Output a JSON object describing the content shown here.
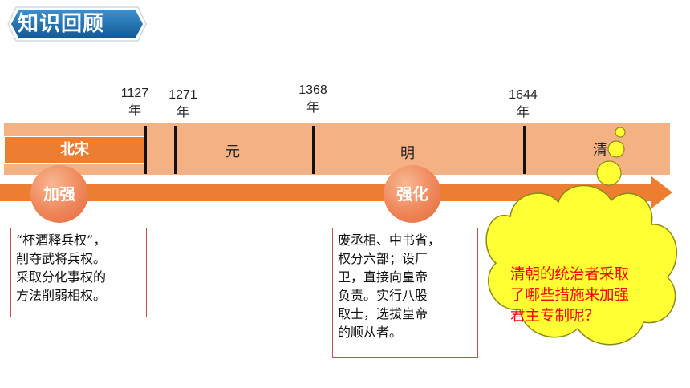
{
  "title": "知识回顾",
  "years": [
    "1127年",
    "1271年",
    "1368年",
    "1644年"
  ],
  "year_parts": {
    "y1127_num": "1127",
    "y1127_unit": "年",
    "y1271_num": "1271",
    "y1271_unit": "年",
    "y1368_num": "1368",
    "y1368_unit": "年",
    "y1644_num": "1644",
    "y1644_unit": "年"
  },
  "dynasties": {
    "beisong": "北宋",
    "yuan": "元",
    "ming": "明",
    "qing": "清"
  },
  "badges": {
    "song": "加强",
    "ming": "强化"
  },
  "song_box": {
    "lines": [
      "“杯酒释兵权”，",
      "削夺武将兵权。",
      "采取分化事权的",
      "方法削弱相权。"
    ]
  },
  "ming_box": {
    "lines": [
      "废丞相、中书省，",
      "权分六部；设厂",
      "卫，直接向皇帝",
      "负责。实行八股",
      "取士，选拔皇帝",
      "的顺从者。"
    ]
  },
  "cloud_question": {
    "lines": [
      "清朝的统治者采取",
      "了哪些措施来加强",
      "君主专制呢？"
    ]
  },
  "colors": {
    "title_bg": "#1a6aa8",
    "band": "#f4b183",
    "accent": "#ed7d31",
    "box_border": "#c0504d",
    "cloud_fill": "#ffff33",
    "cloud_stroke": "#8a8a1a",
    "question_text": "#ff0000"
  }
}
